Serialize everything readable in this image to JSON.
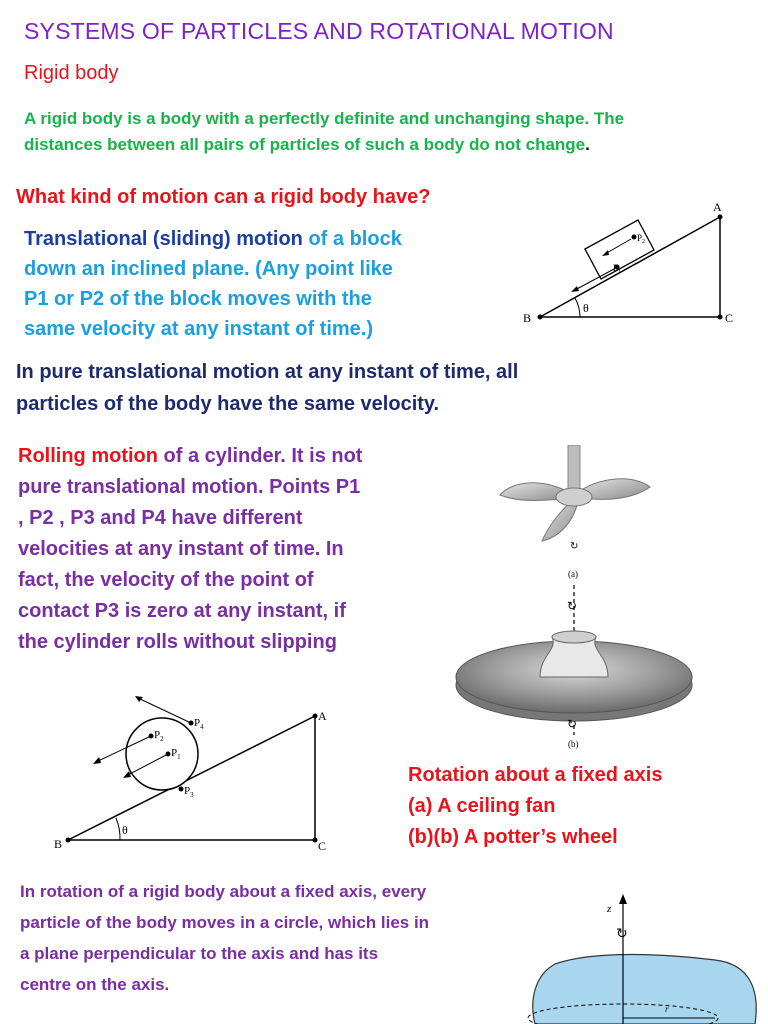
{
  "title": "SYSTEMS OF PARTICLES AND ROTATIONAL MOTION",
  "rigid_heading": "Rigid body",
  "rigid_def_1": "A rigid body is a body with a perfectly definite and unchanging shape. The",
  "rigid_def_2": "distances between all pairs of particles of such a body do not change",
  "rigid_def_period": ".",
  "question": "What kind of motion can a rigid body have?",
  "trans_1a": "Translational (sliding) motion",
  "trans_1b": " of a block",
  "trans_2": "down an inclined plane. (Any point like",
  "trans_3": "P1 or P2 of the block moves with the",
  "trans_4": "same velocity at any instant of time.)",
  "pure_1": "In pure translational motion at any instant of time, all",
  "pure_2": "particles of the body have the same velocity.",
  "roll_1a": "Rolling motion",
  "roll_1b": " of a cylinder. It is not",
  "roll_2": "pure translational motion. Points P1",
  "roll_3": ", P2 , P3 and P4 have different",
  "roll_4": "velocities at any instant of time. In",
  "roll_5": "fact, the velocity of the point of",
  "roll_6": "contact P3 is zero at any instant, if",
  "roll_7": "the cylinder rolls without slipping",
  "rot_heading": "Rotation about a fixed axis",
  "rot_a": "(a) A ceiling fan",
  "rot_b": "(b)(b) A potter’s wheel",
  "axis_1": "In rotation of a rigid body about a fixed axis, every",
  "axis_2": "particle of the body moves in a circle, which lies in",
  "axis_3": "a plane perpendicular to the axis and has its",
  "axis_4": "centre on the axis.",
  "fig_labels": {
    "A": "A",
    "B": "B",
    "C": "C",
    "theta": "θ",
    "P1": "P",
    "P2": "P",
    "P3": "P",
    "P4": "P",
    "s1": "1",
    "s2": "2",
    "s3": "3",
    "s4": "4",
    "fan_a": "(a)",
    "wheel_b": "(b)",
    "z": "z",
    "r": "r"
  },
  "colors": {
    "title": "#7b22c9",
    "red": "#e8141b",
    "green": "#19b24b",
    "blue": "#1aa0e0",
    "navy": "#1d2b6b",
    "purple": "#7a2ea3"
  }
}
